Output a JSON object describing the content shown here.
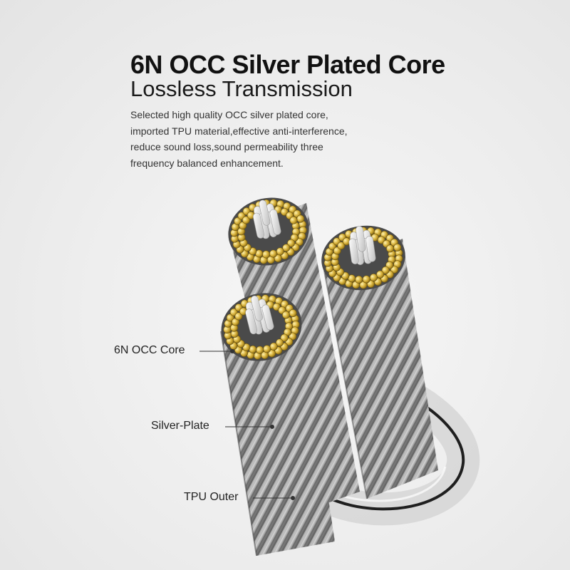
{
  "header": {
    "title": "6N OCC Silver Plated Core",
    "subtitle": "Lossless Transmission"
  },
  "description": [
    "Selected high quality OCC silver plated core,",
    "imported TPU material,effective anti-interference,",
    "reduce sound loss,sound permeability three",
    "frequency balanced enhancement."
  ],
  "callouts": [
    {
      "label": "6N OCC Core"
    },
    {
      "label": "Silver-Plate"
    },
    {
      "label": "TPU Outer"
    }
  ],
  "colors": {
    "gold_strand": "#d8b23c",
    "silver_core": "#e9e9e9",
    "cable_metal": "#9a9a9a",
    "tpu_shadow": "#2a2a2a"
  }
}
